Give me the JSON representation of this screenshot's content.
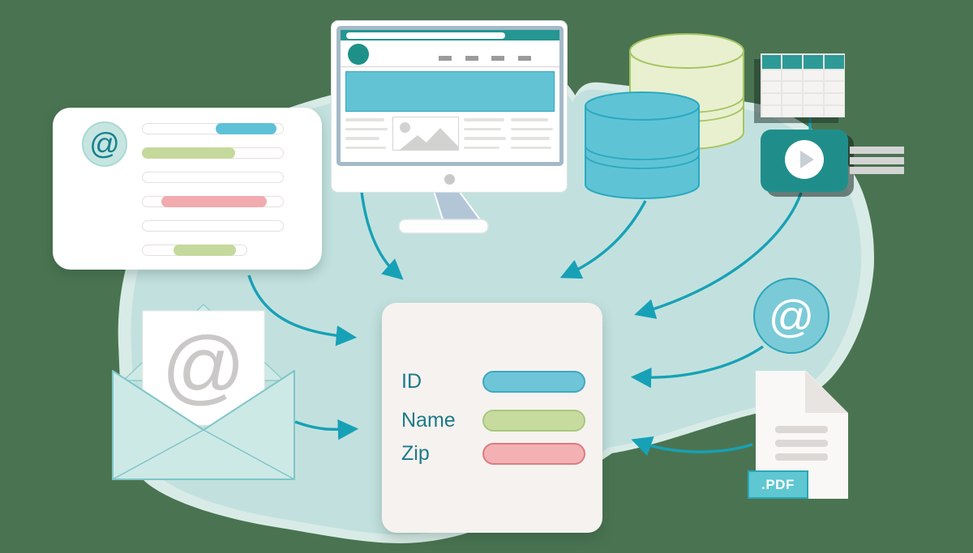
{
  "illustration": {
    "background_color": "#4a7451",
    "blob_color": "#c2e1de",
    "blob_light_color": "#d9ebe7",
    "arrow_color": "#17a1b6"
  },
  "email_card": {
    "at_symbol": "@",
    "bar_colors": {
      "blue": "#5fc1d6",
      "green": "#c5d99c",
      "pink": "#f2abaf"
    }
  },
  "browser": {
    "accent_color": "#259691",
    "hero_color": "#62c3d4"
  },
  "databases": {
    "green": {
      "fill": "#e9f0cf",
      "stroke": "#a5c562"
    },
    "blue": {
      "fill": "#5fc3d6",
      "stroke": "#2ba9c0"
    }
  },
  "spreadsheet": {
    "header_color": "#2d9a97",
    "columns": 4,
    "rows": 5
  },
  "video_player": {
    "background": "#1f8e8b"
  },
  "at_badge_right": {
    "symbol": "@"
  },
  "envelope": {
    "at_symbol": "@"
  },
  "pdf_file": {
    "badge_label": ".PDF"
  },
  "central_card": {
    "fields": [
      {
        "label": "ID",
        "pill_fill": "#6fc5d8",
        "pill_border": "#3fa8bf"
      },
      {
        "label": "Name",
        "pill_fill": "#c8db9f",
        "pill_border": "#a8c87e"
      },
      {
        "label": "Zip",
        "pill_fill": "#f3b1b4",
        "pill_border": "#d97c80"
      }
    ]
  }
}
